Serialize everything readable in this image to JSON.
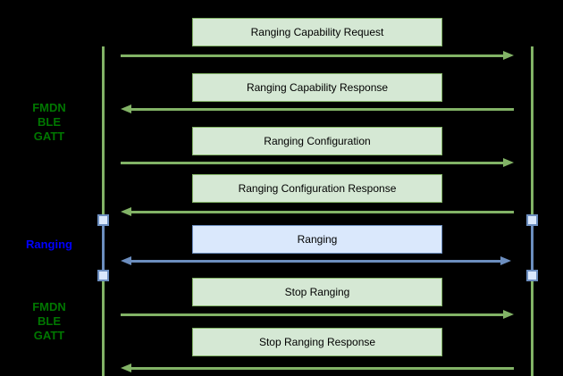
{
  "diagram": {
    "type": "sequence-protocol-flow",
    "background": "#000000",
    "left_labels": [
      {
        "name": "fmdn-ble-gatt-top",
        "lines": [
          "FMDN",
          "BLE",
          "GATT"
        ],
        "color": "#007700"
      },
      {
        "name": "ranging-phase",
        "lines": [
          "Ranging"
        ],
        "color": "#0000ff"
      },
      {
        "name": "fmdn-ble-gatt-bottom",
        "lines": [
          "FMDN",
          "BLE",
          "GATT"
        ],
        "color": "#007700"
      }
    ],
    "messages": [
      {
        "label": "Ranging Capability Request",
        "direction": "right",
        "style": "green"
      },
      {
        "label": "Ranging Capability Response",
        "direction": "left",
        "style": "green"
      },
      {
        "label": "Ranging Configuration",
        "direction": "right",
        "style": "green"
      },
      {
        "label": "Ranging Configuration Response",
        "direction": "left",
        "style": "green"
      },
      {
        "label": "Ranging",
        "direction": "both",
        "style": "blue"
      },
      {
        "label": "Stop Ranging",
        "direction": "right",
        "style": "green"
      },
      {
        "label": "Stop Ranging Response",
        "direction": "left",
        "style": "green"
      }
    ],
    "colors": {
      "green_box_fill": "#d5e8d4",
      "green_stroke": "#82b366",
      "blue_box_fill": "#dae8fc",
      "blue_stroke": "#6c8ebf",
      "label_green": "#007700",
      "label_blue": "#0000ff",
      "message_text": "#000000"
    }
  }
}
